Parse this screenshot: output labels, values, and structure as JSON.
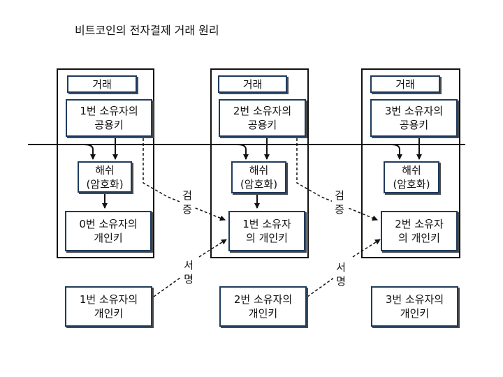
{
  "title": "비트코인의 전자결제 거래 원리",
  "blocks": [
    {
      "tx_label": "거래",
      "pubkey": "1번 소유자의\n공용키",
      "hash": "해쉬\n(암호화)",
      "privkey": "0번 소유자의\n개인키"
    },
    {
      "tx_label": "거래",
      "pubkey": "2번 소유자의\n공용키",
      "hash": "해쉬\n(암호화)",
      "privkey": "1번 소유자\n의 개인키"
    },
    {
      "tx_label": "거래",
      "pubkey": "3번 소유자의\n공용키",
      "hash": "해쉬\n(암호화)",
      "privkey": "2번 소유자\n의 개인키"
    }
  ],
  "bottom_keys": [
    "1번 소유자의\n개인키",
    "2번 소유자의\n개인키",
    "3번 소유자의\n개인키"
  ],
  "verify_label": "검\n증",
  "sign_label": "서\n명"
}
